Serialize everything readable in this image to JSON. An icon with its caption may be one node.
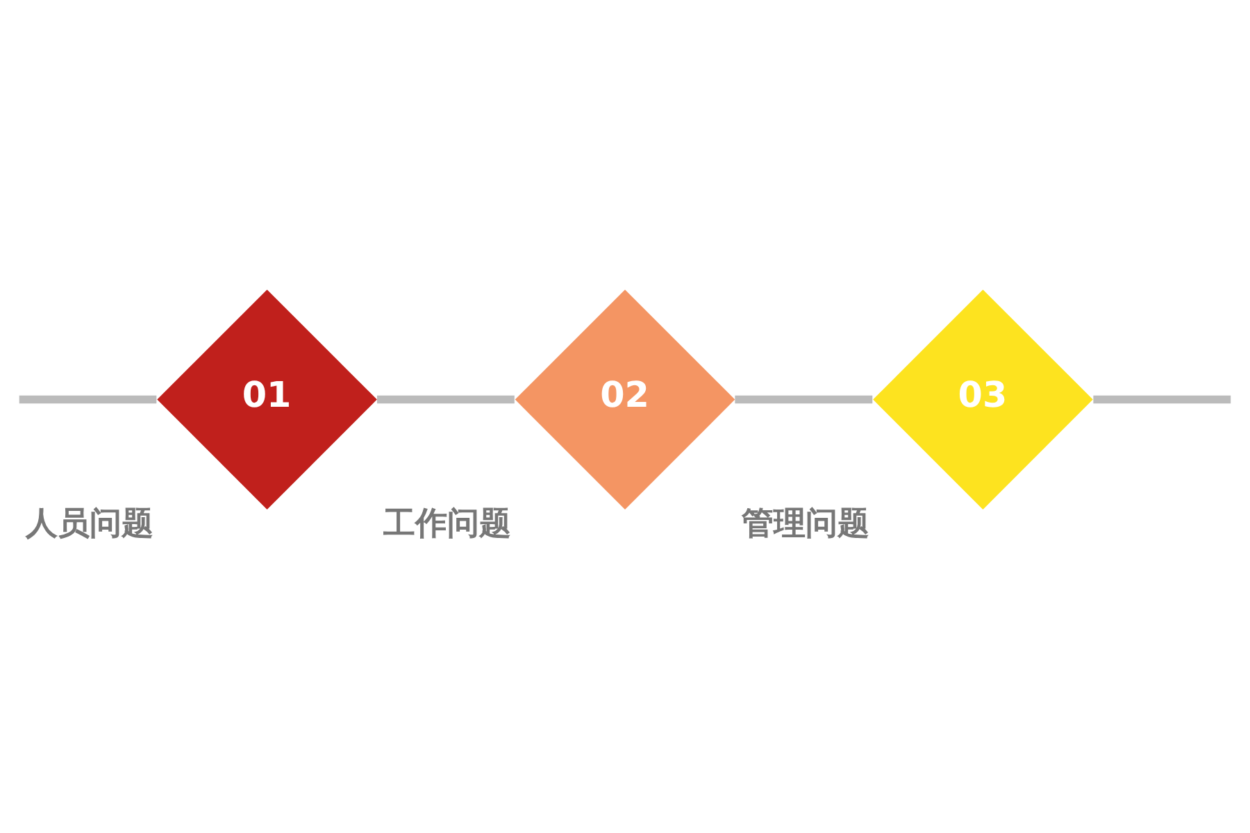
{
  "diagram": {
    "nodes": [
      {
        "text": [
          "01"
        ],
        "beside": [
          "人员问题"
        ]
      },
      {
        "text": [
          "02"
        ],
        "beside": [
          "工作问题"
        ]
      },
      {
        "text": [
          "03"
        ],
        "beside": [
          "管理问题"
        ]
      }
    ],
    "edges": [
      {
        "from": null,
        "to": 0,
        "arrow": "none"
      },
      {
        "from": 0,
        "to": 1,
        "arrow": "none"
      },
      {
        "from": 1,
        "to": 2,
        "arrow": "none"
      },
      {
        "from": 2,
        "to": null,
        "arrow": "none"
      }
    ]
  }
}
